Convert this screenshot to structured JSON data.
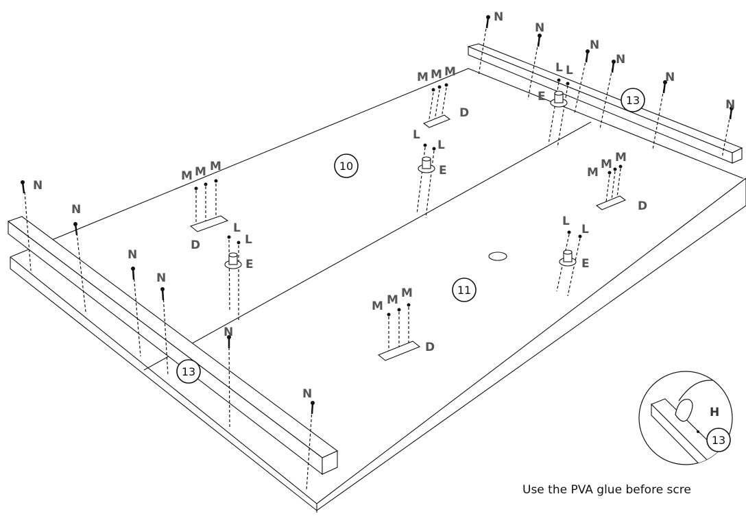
{
  "parts": {
    "screw_n": "N",
    "screw_m": "M",
    "screw_l": "L",
    "bracket_d": "D",
    "block_e": "E",
    "tool_h": "H"
  },
  "panels": {
    "panel_10": "10",
    "panel_11": "11",
    "rail_13": "13"
  },
  "note": "Use the PVA glue before scre"
}
